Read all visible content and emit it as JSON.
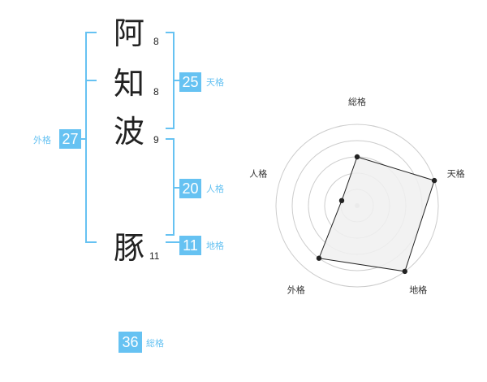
{
  "name": {
    "chars": [
      {
        "char": "阿",
        "strokes": "8"
      },
      {
        "char": "知",
        "strokes": "8"
      },
      {
        "char": "波",
        "strokes": "9"
      },
      {
        "char": "豚",
        "strokes": "11"
      }
    ]
  },
  "fortune": {
    "tenkaku": {
      "value": "25",
      "label": "天格"
    },
    "jinkaku": {
      "value": "20",
      "label": "人格"
    },
    "chikaku": {
      "value": "11",
      "label": "地格"
    },
    "gaikaku": {
      "value": "27",
      "label": "外格"
    },
    "soukaku": {
      "value": "36",
      "label": "総格"
    }
  },
  "colors": {
    "accent": "#66c2f2",
    "text": "#222222",
    "radar_fill": "#f0f0f0"
  },
  "chart_data": {
    "type": "radar",
    "axes": [
      "総格",
      "天格",
      "地格",
      "外格",
      "人格"
    ],
    "values": [
      3,
      5,
      5,
      4,
      1
    ],
    "max": 5,
    "rings": 4
  }
}
